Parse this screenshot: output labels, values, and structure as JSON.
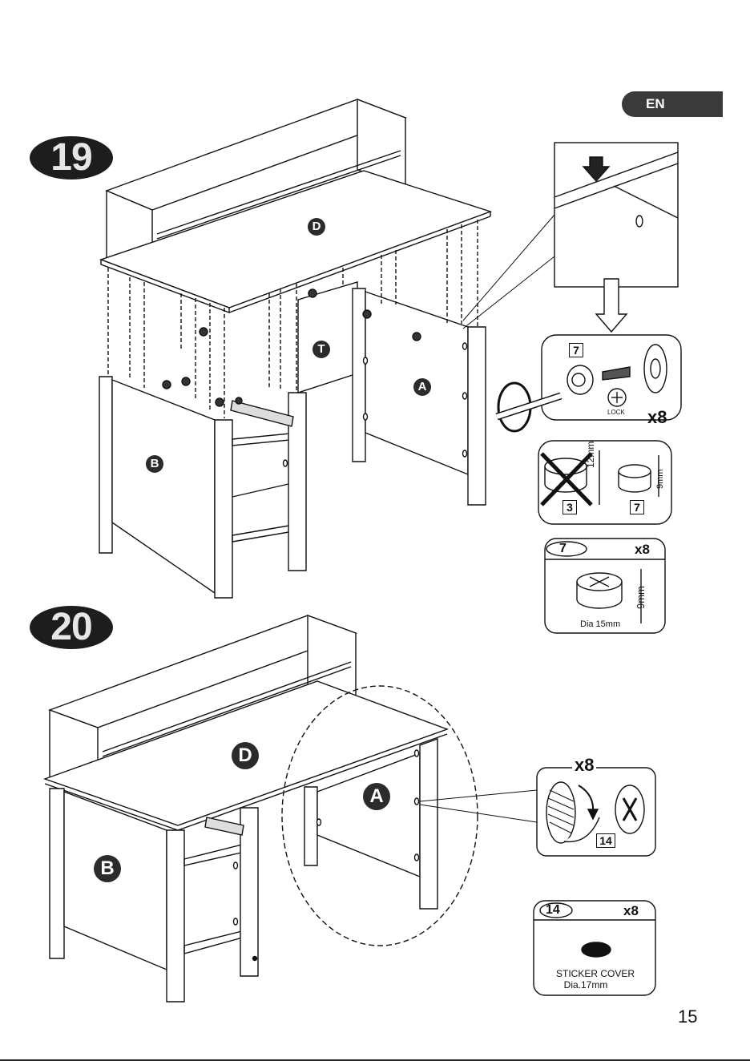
{
  "header": {
    "language": "EN"
  },
  "steps": [
    {
      "number": "19",
      "parts": {
        "top": "D",
        "back_panel": "T",
        "right_side": "A",
        "left_side": "B"
      },
      "cam_detail": {
        "part_no": "7",
        "lock_label": "LOCK",
        "quantity": "x8"
      },
      "size_compare": {
        "wrong_no": "3",
        "wrong_height": "12mm",
        "right_no": "7",
        "right_height": "9mm"
      },
      "part_card": {
        "number": "7",
        "quantity": "x8",
        "height": "9mm",
        "diameter": "Dia 15mm"
      }
    },
    {
      "number": "20",
      "parts": {
        "top": "D",
        "right_side": "A",
        "left_side": "B"
      },
      "sticker_detail": {
        "quantity": "x8",
        "part_no": "14"
      },
      "part_card": {
        "number": "14",
        "quantity": "x8",
        "name": "STICKER COVER",
        "diameter": "Dia.17mm"
      }
    }
  ],
  "page_number": "15"
}
